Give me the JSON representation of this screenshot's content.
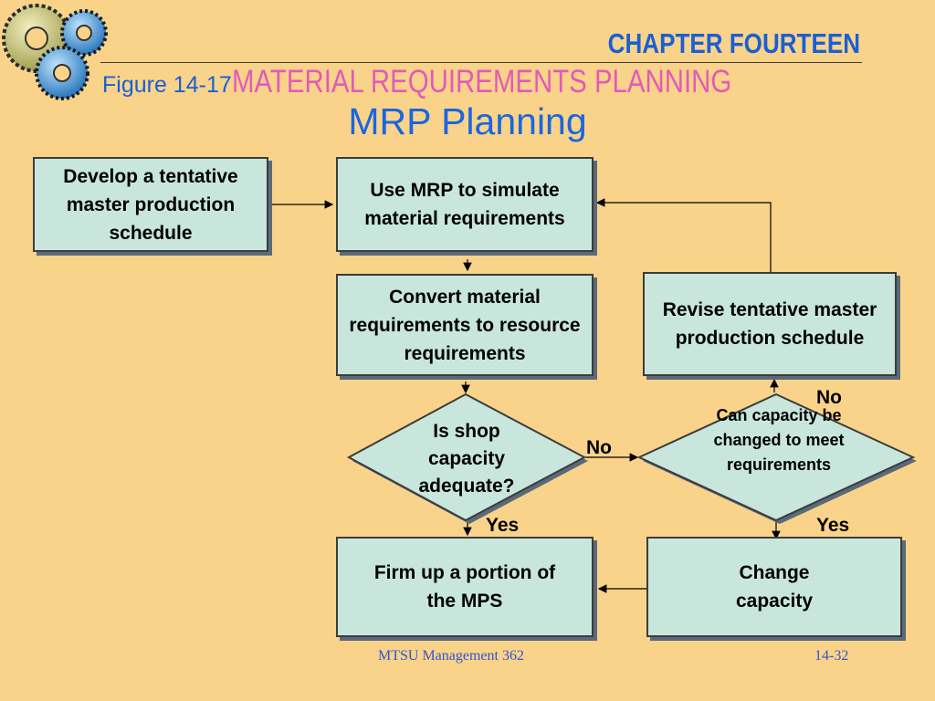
{
  "header": {
    "chapter": "CHAPTER FOURTEEN",
    "figure_label": "Figure 14-17",
    "figure_title": "MATERIAL REQUIREMENTS PLANNING",
    "subtitle": "MRP Planning",
    "logo_icon": "gears-icon"
  },
  "boxes": {
    "develop": "Develop a tentative master production schedule",
    "use_mrp": "Use MRP to simulate material requirements",
    "convert": "Convert material requirements to resource requirements",
    "revise": "Revise tentative master production schedule",
    "firm": "Firm up a portion of the MPS",
    "change": "Change capacity"
  },
  "decisions": {
    "shop_capacity": "Is shop capacity adequate?",
    "can_change": "Can capacity be changed to meet requirements"
  },
  "labels": {
    "no_shop": "No",
    "yes_shop": "Yes",
    "no_change": "No",
    "yes_change": "Yes"
  },
  "footer": {
    "left": "MTSU Management 362",
    "right": "14-32"
  },
  "colors": {
    "background": "#fad38a",
    "box_fill": "#c8e6dc",
    "chapter_blue": "#1a5fd4",
    "title_pink": "#e35ab8"
  }
}
